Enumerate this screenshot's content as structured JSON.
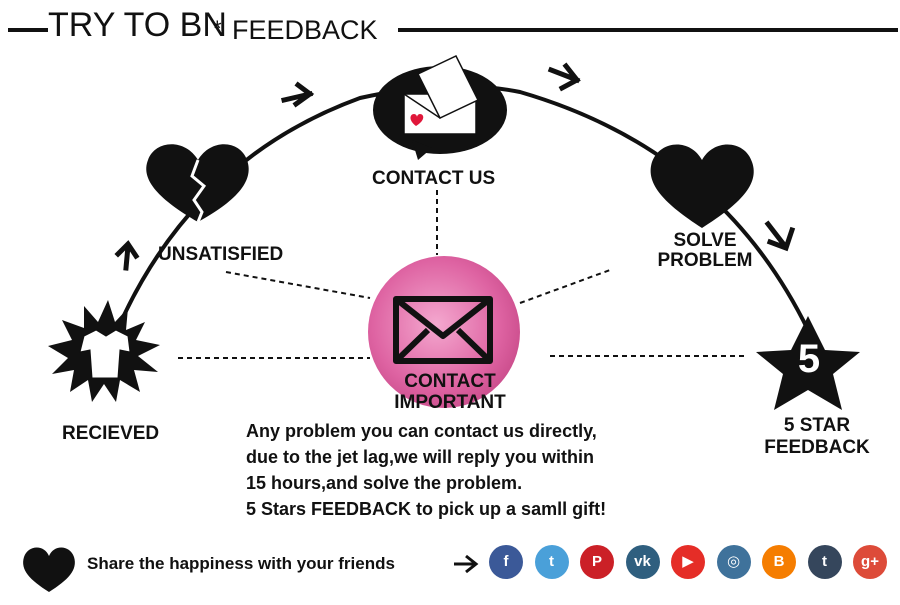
{
  "header": {
    "title_left": "TRY TO BN",
    "title_star": "*",
    "title_right": "FEEDBACK"
  },
  "steps": {
    "contact_us": "CONTACT US",
    "unsatisfied": "UNSATISFIED",
    "solve_problem": "SOLVE PROBLEM",
    "recieved": "RECIEVED",
    "five_star_feedback": "5 STAR FEEDBACK",
    "star_number": "5"
  },
  "center": {
    "label": "CONTACT IMPORTANT"
  },
  "message": {
    "lines": [
      "Any problem you can contact us directly,",
      "due to the jet lag,we will reply you within",
      "15 hours,and solve the problem.",
      " 5 Stars FEEDBACK to pick up a samll gift!"
    ]
  },
  "footer": {
    "share_text": "Share the happiness with your friends",
    "social": [
      {
        "icon": "facebook-icon",
        "glyph": "f",
        "color": "#3b5998"
      },
      {
        "icon": "twitter-icon",
        "glyph": "t",
        "color": "#4aa0d9"
      },
      {
        "icon": "pinterest-icon",
        "glyph": "P",
        "color": "#cb2027"
      },
      {
        "icon": "vk-icon",
        "glyph": "vk",
        "color": "#2f5f7f"
      },
      {
        "icon": "youtube-icon",
        "glyph": "▶",
        "color": "#e52d27"
      },
      {
        "icon": "instagram-icon",
        "glyph": "◎",
        "color": "#3f729b"
      },
      {
        "icon": "blogger-icon",
        "glyph": "B",
        "color": "#f57d00"
      },
      {
        "icon": "tumblr-icon",
        "glyph": "t",
        "color": "#35465c"
      },
      {
        "icon": "google-plus-icon",
        "glyph": "g+",
        "color": "#dd4b39"
      }
    ]
  },
  "colors": {
    "center_circle": "#d9589a",
    "ink": "#111111"
  }
}
